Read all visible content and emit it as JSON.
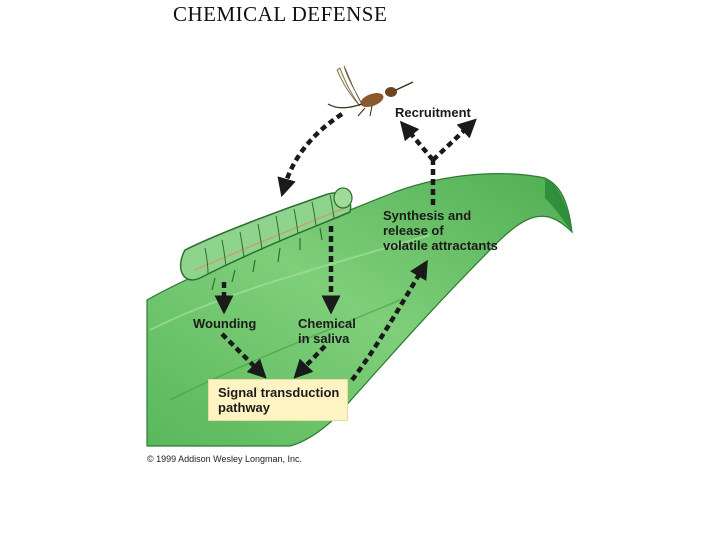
{
  "title": "CHEMICAL DEFENSE",
  "labels": {
    "recruitment": "Recruitment",
    "synthesis": "Synthesis and\nrelease of\nvolatile attractants",
    "wounding": "Wounding",
    "chemical": "Chemical\nin saliva",
    "signal": "Signal transduction\npathway"
  },
  "copyright": "© 1999 Addison Wesley Longman, Inc.",
  "icons": [
    "wasp-icon",
    "caterpillar-icon",
    "leaf-icon"
  ],
  "colors": {
    "leaf_light": "#7fcf7a",
    "leaf_dark": "#2f8f3a",
    "caterpillar": "#8fd48c",
    "signal_box": "#fdf3c3",
    "arrow": "#1a1a1a"
  }
}
